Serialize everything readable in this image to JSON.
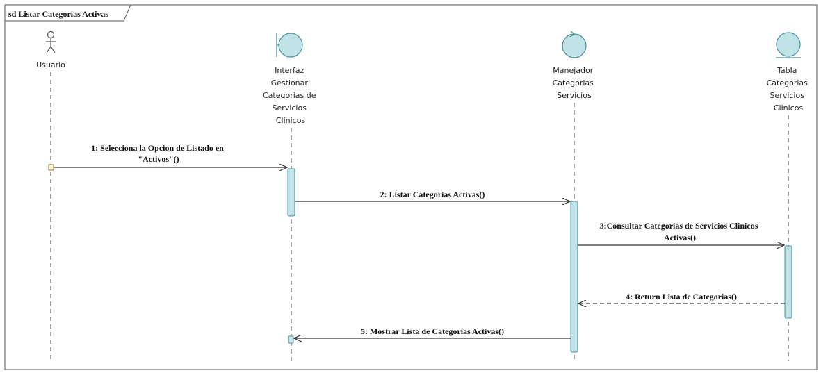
{
  "frame": {
    "title": "sd Listar Categorias Activas"
  },
  "participants": [
    {
      "kind": "actor",
      "label": [
        "Usuario"
      ]
    },
    {
      "kind": "boundary",
      "label": [
        "Interfaz",
        "Gestionar",
        "Categorias de",
        "Servicios",
        "Clinicos"
      ]
    },
    {
      "kind": "control",
      "label": [
        "Manejador",
        "Categorias",
        "Servicios"
      ]
    },
    {
      "kind": "entity",
      "label": [
        "Tabla",
        "Categorias",
        "Servicios",
        "Clinicos"
      ]
    }
  ],
  "messages": [
    {
      "label": [
        "1: Selecciona la Opcion de Listado en",
        "\"Activos\"()"
      ]
    },
    {
      "label": [
        "2: Listar Categorias Activas()"
      ]
    },
    {
      "label": [
        "3:Consultar Categorias de Servicios Clinicos",
        "Activas()"
      ]
    },
    {
      "label": [
        "4: Return Lista de Categorias()"
      ]
    },
    {
      "label": [
        "5: Mostrar Lista de Categorias Activas()"
      ]
    }
  ]
}
